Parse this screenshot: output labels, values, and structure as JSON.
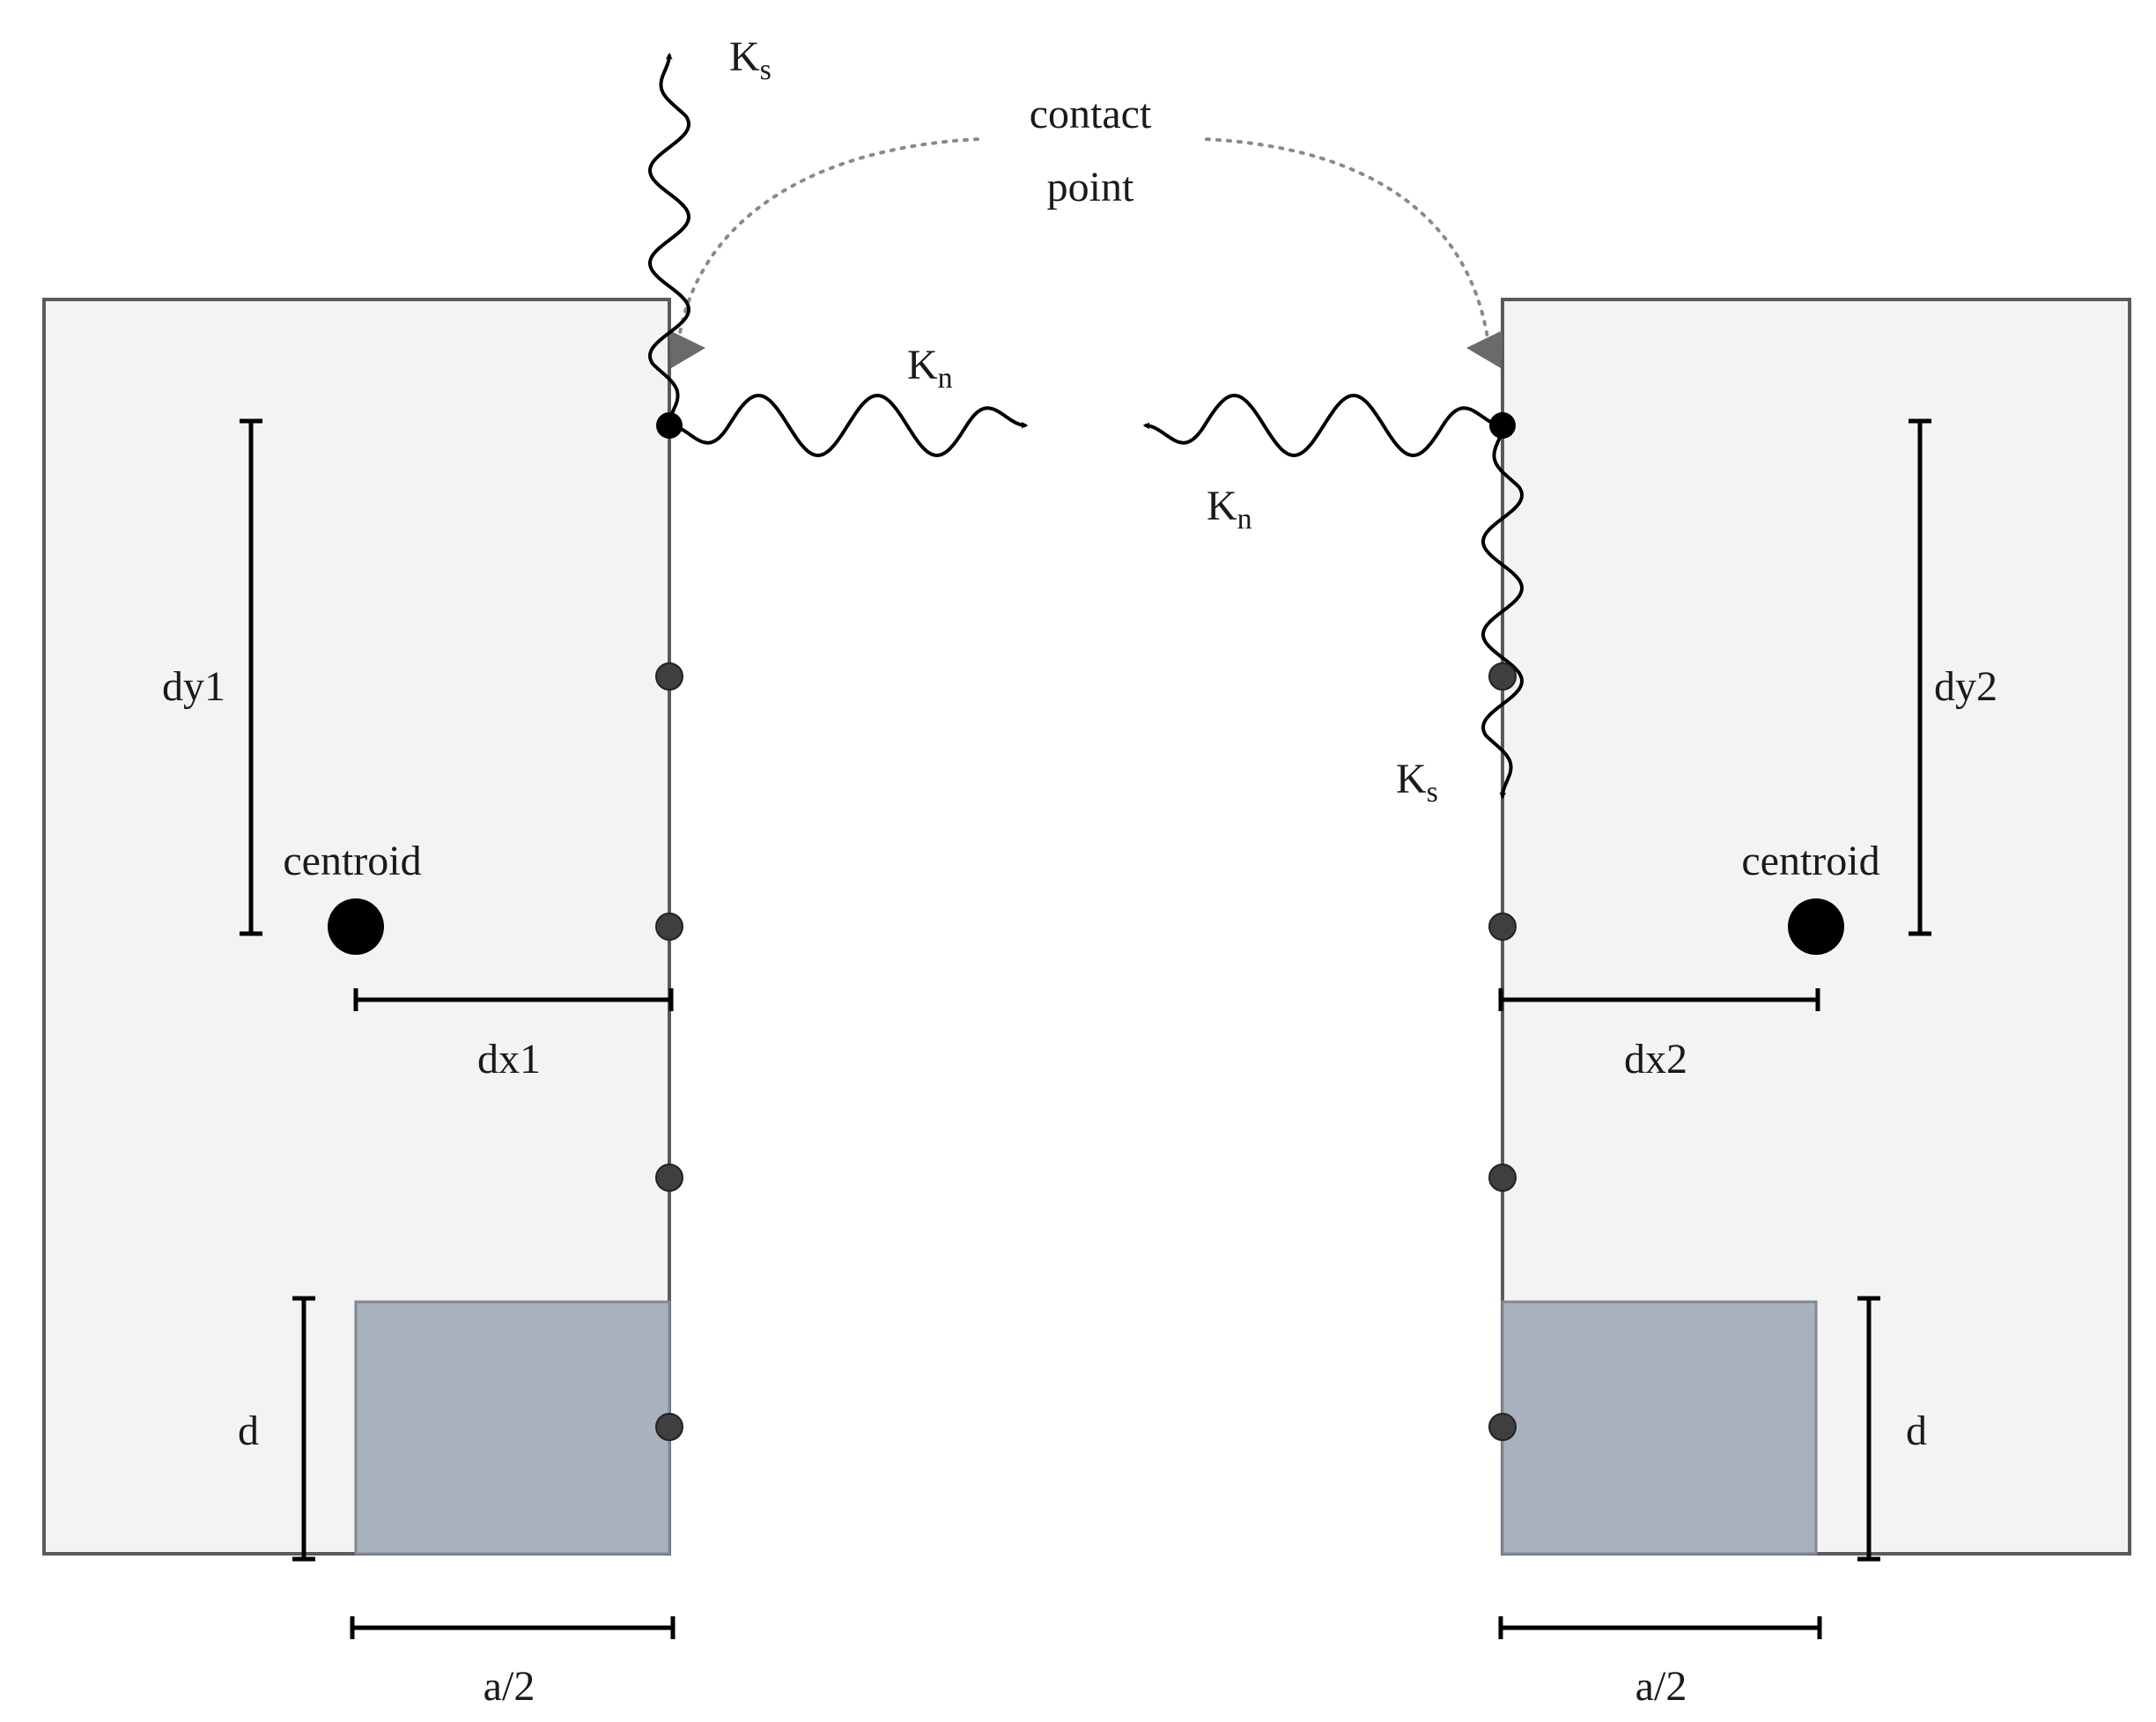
{
  "labels": {
    "contact_line1": "contact",
    "contact_line2": "point",
    "k_main": "K",
    "k_sub_s": "s",
    "k_sub_n": "n",
    "dy1": "dy1",
    "dy2": "dy2",
    "dx1": "dx1",
    "dx2": "dx2",
    "centroid": "centroid",
    "d": "d",
    "a_half": "a/2"
  },
  "colors": {
    "block_fill": "#f3f3f3",
    "block_stroke": "#5a5a5a",
    "contact_zone_fill": "#a9b1bc",
    "contact_zone_stroke": "#7e8896",
    "ink": "#000000",
    "node_fill": "#3f3f3f",
    "dotted_arc": "#8a8a8a"
  }
}
